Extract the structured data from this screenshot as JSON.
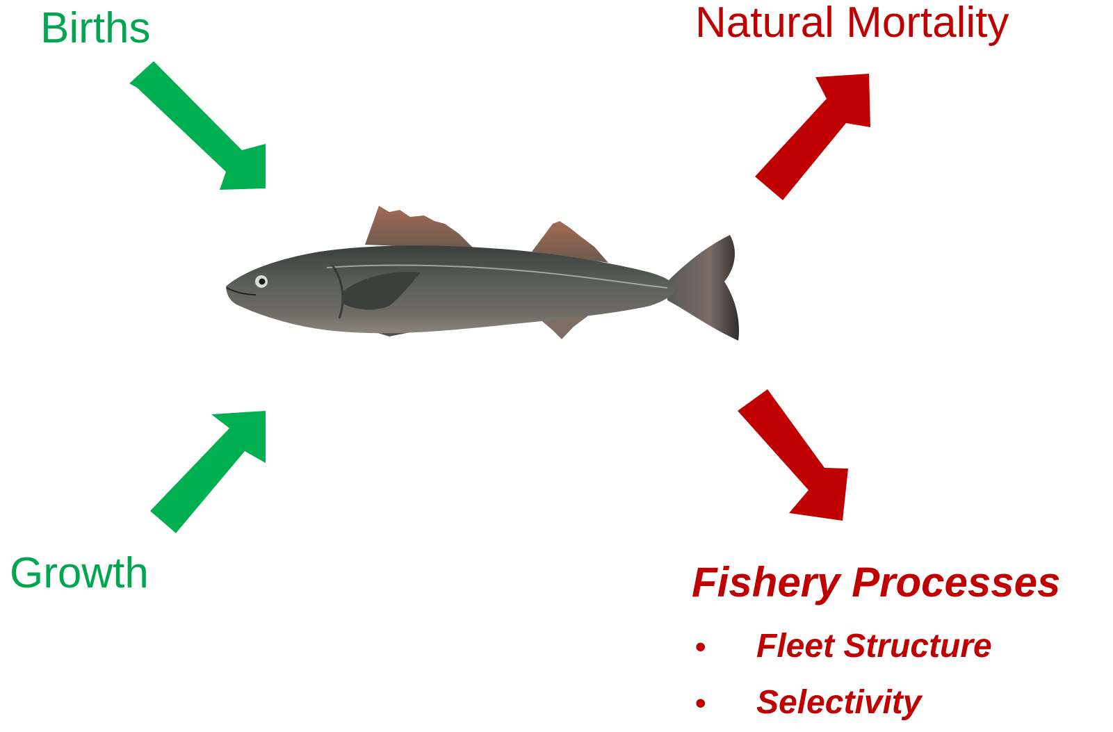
{
  "inputs": {
    "births_label": "Births",
    "growth_label": "Growth"
  },
  "outputs": {
    "natural_mortality_label": "Natural Mortality",
    "fishery_processes_label": "Fishery Processes",
    "fishery_items": [
      "Fleet Structure",
      "Selectivity"
    ]
  },
  "bullet_glyph": "•",
  "colors": {
    "input": "#00a650",
    "output": "#c00000"
  },
  "icons": {
    "center_image": "fish-image"
  }
}
